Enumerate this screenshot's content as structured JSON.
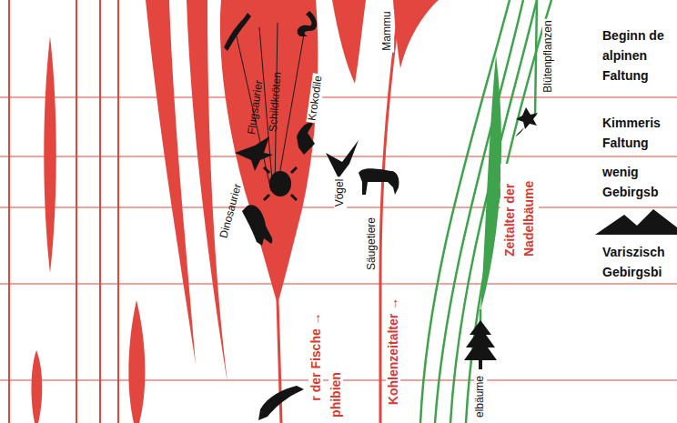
{
  "diagram": {
    "labels": [
      "Mammu",
      "Dinosaurier",
      "Flugsaurier",
      "Schildkröten",
      "Krokodile",
      "Vögel",
      "Säugetiere",
      "Blütenpflanzen",
      "Zeitalter der Nadelbäume",
      "r der Fische →",
      "phibien",
      "Kohlenzeitalter →",
      "elbäume",
      "Beginn de alpinen Faltung",
      "Kimmeris Faltung",
      "wenig Gebirgsb",
      "Variszisch Gebirgsbi"
    ]
  }
}
